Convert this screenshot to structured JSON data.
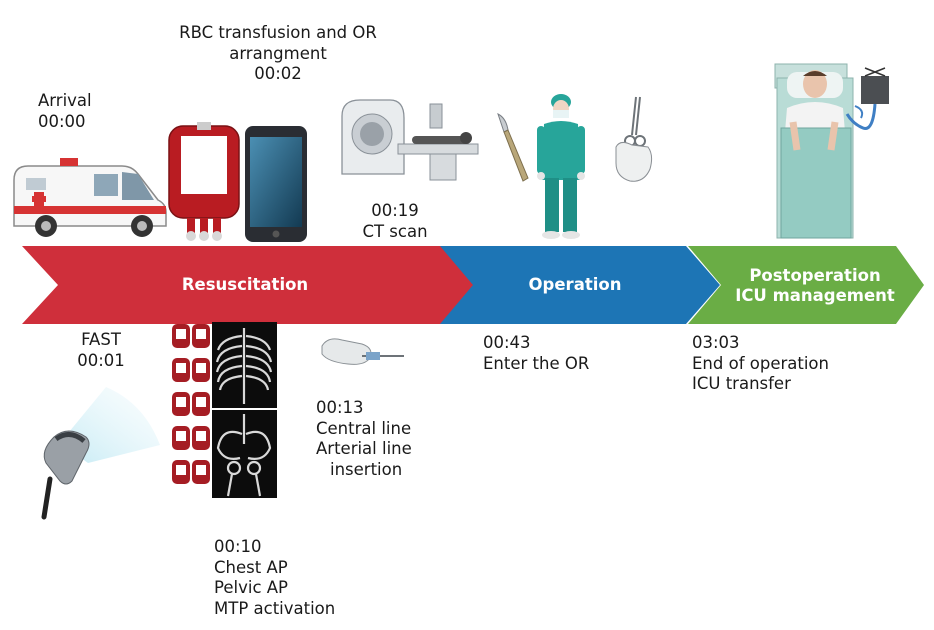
{
  "phases": [
    {
      "label": [
        "Resuscitation"
      ],
      "color": "#cf2f3b"
    },
    {
      "label": [
        "Operation"
      ],
      "color": "#1d75b5"
    },
    {
      "label": [
        "Postoperation",
        "ICU management"
      ],
      "color": "#6aad45"
    }
  ],
  "events": {
    "arrival": [
      "Arrival",
      "00:00"
    ],
    "rbc": [
      "RBC transfusion and OR",
      "arrangment",
      "00:02"
    ],
    "ct": [
      "00:19",
      "CT scan"
    ],
    "fast": [
      "FAST",
      "00:01"
    ],
    "lines": [
      "00:13",
      "Central line",
      "Arterial line",
      "insertion"
    ],
    "xray": [
      "00:10",
      "Chest AP",
      "Pelvic AP",
      "MTP activation"
    ],
    "or": [
      "00:43",
      "Enter the OR"
    ],
    "icu": [
      "03:03",
      "End of operation",
      "ICU transfer"
    ]
  },
  "icons": {
    "ambulance": "ambulance-icon",
    "blood_bag": "blood-bag-icon",
    "phone": "smartphone-icon",
    "ct": "ct-scanner-icon",
    "scalpel": "scalpel-icon",
    "surgeon": "surgeon-icon",
    "suture": "suture-glove-icon",
    "icu": "icu-patient-icon",
    "ultrasound": "ultrasound-probe-icon",
    "blood_units": "blood-units-icon",
    "xray": "xray-icon",
    "catheter": "catheter-glove-icon"
  }
}
